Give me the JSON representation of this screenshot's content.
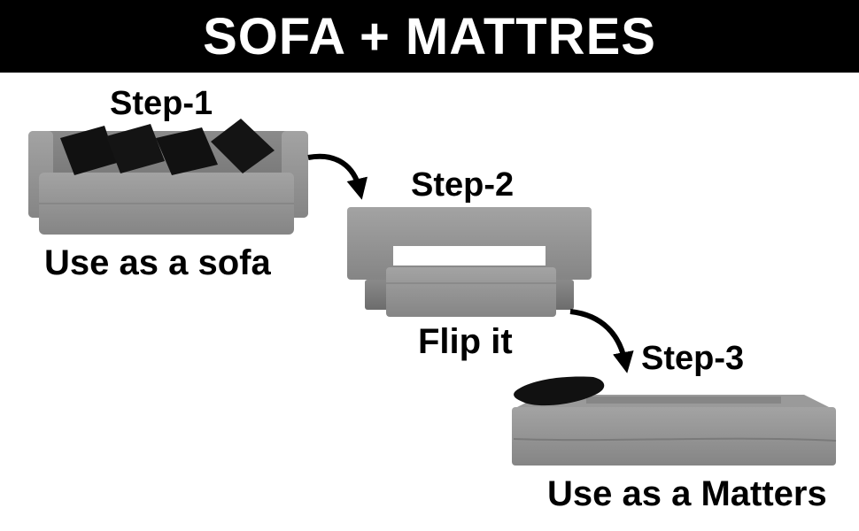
{
  "banner": {
    "title": "SOFA + MATTRES"
  },
  "steps": [
    {
      "heading": "Step-1",
      "caption": "Use as a sofa"
    },
    {
      "heading": "Step-2",
      "caption": "Flip it"
    },
    {
      "heading": "Step-3",
      "caption": "Use as a Matters"
    }
  ],
  "colors": {
    "banner_bg": "#000000",
    "banner_text": "#ffffff",
    "fabric": "#8e8e8e",
    "fabric_dark": "#6f6f6f",
    "pillow": "#111111"
  }
}
